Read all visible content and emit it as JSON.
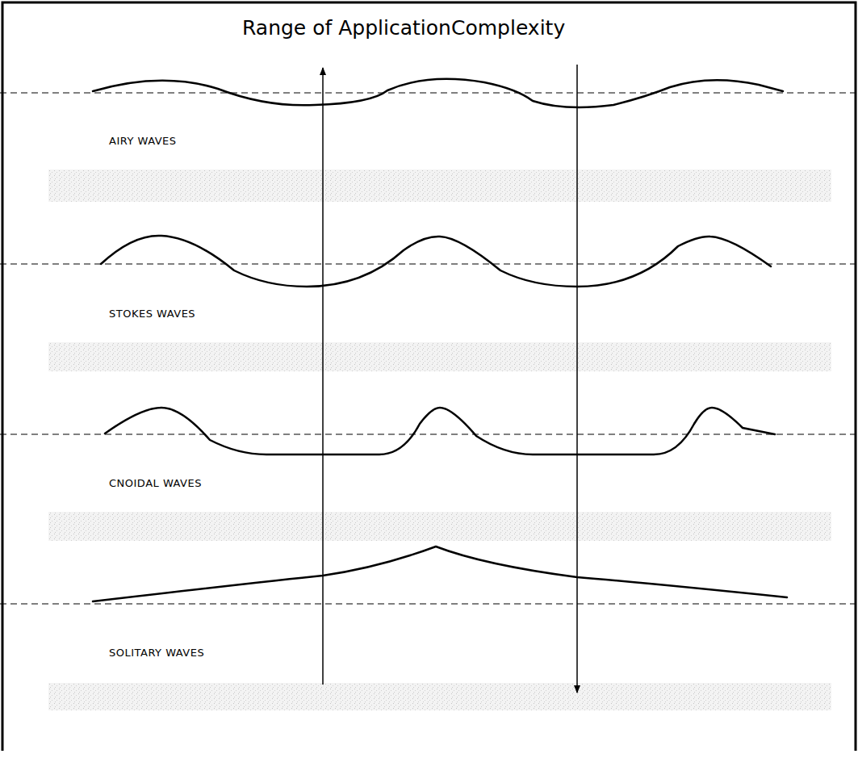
{
  "diagram": {
    "labels": [
      "Range of Application",
      "Complexity",
      "AIRY WAVES",
      "STOKES WAVES",
      "CNOIDAL WAVES",
      "SOLITARY WAVES"
    ]
  }
}
